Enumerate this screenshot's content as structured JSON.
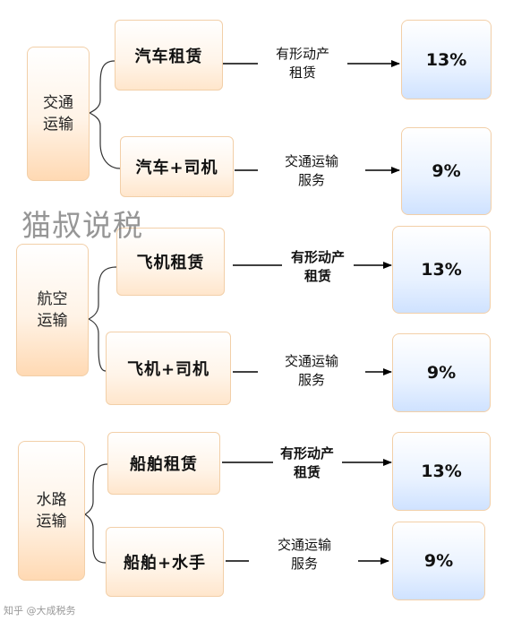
{
  "watermark": "猫叔说税",
  "footer": "知乎 @大成税务",
  "groups": [
    {
      "category": [
        "交通",
        "运输"
      ],
      "rows": [
        {
          "item": "汽车租赁",
          "label": [
            "有形动产",
            "租赁"
          ],
          "rate": "13%"
        },
        {
          "item": "汽车+司机",
          "label": [
            "交通运输",
            "服务"
          ],
          "rate": "9%"
        }
      ]
    },
    {
      "category": [
        "航空",
        "运输"
      ],
      "rows": [
        {
          "item": "飞机租赁",
          "label": [
            "有形动产",
            "租赁"
          ],
          "rate": "13%"
        },
        {
          "item": "飞机+司机",
          "label": [
            "交通运输",
            "服务"
          ],
          "rate": "9%"
        }
      ]
    },
    {
      "category": [
        "水路",
        "运输"
      ],
      "rows": [
        {
          "item": "船舶租赁",
          "label": [
            "有形动产",
            "租赁"
          ],
          "rate": "13%"
        },
        {
          "item": "船舶+水手",
          "label": [
            "交通运输",
            "服务"
          ],
          "rate": "9%"
        }
      ]
    }
  ]
}
